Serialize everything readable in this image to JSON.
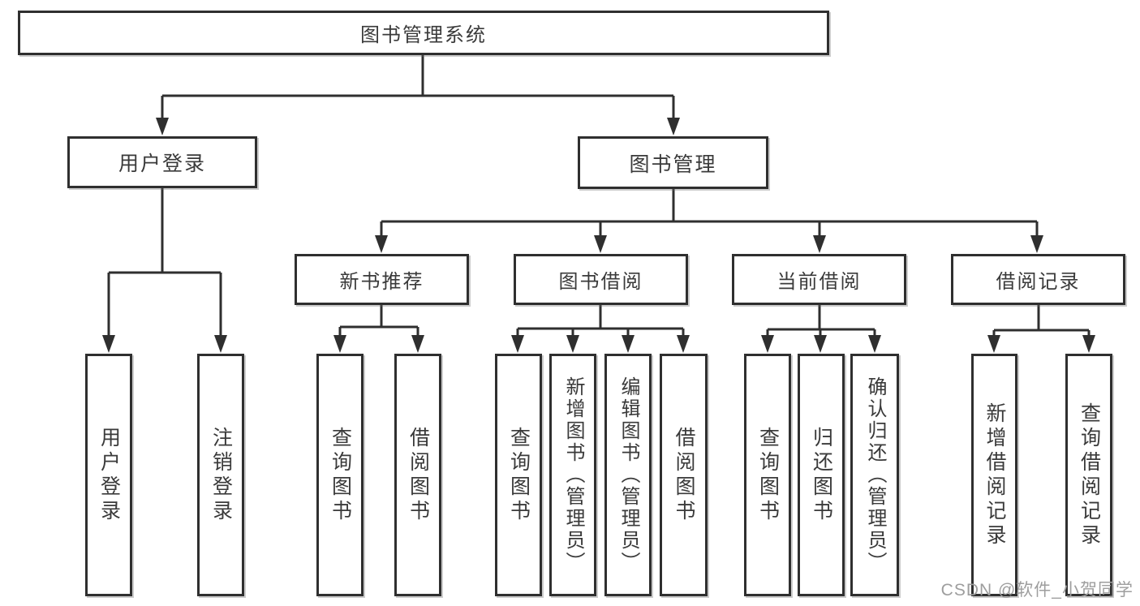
{
  "colors": {
    "background": "#ffffff",
    "line": "#2f2f2f",
    "box_border": "#2f2f2f",
    "text": "#3a3a3a",
    "watermark": "#9e9e9e"
  },
  "watermark": {
    "text": "CSDN @软件_小贺同学"
  },
  "nodes": {
    "root": {
      "label": "图书管理系统"
    },
    "level2": {
      "user_login": {
        "label": "用户登录"
      },
      "book_mgmt": {
        "label": "图书管理"
      }
    },
    "level3": {
      "new_book_rec": {
        "label": "新书推荐"
      },
      "book_borrow": {
        "label": "图书借阅"
      },
      "current_borrow": {
        "label": "当前借阅"
      },
      "borrow_records": {
        "label": "借阅记录"
      }
    },
    "leaves": {
      "user_login": {
        "label": "用户登录"
      },
      "logout": {
        "label": "注销登录"
      },
      "rec_query_book": {
        "label": "查询图书"
      },
      "rec_borrow_book": {
        "label": "借阅图书"
      },
      "borrow_query_book": {
        "label": "查询图书"
      },
      "borrow_add_book": {
        "label": "新增图书（管理员）"
      },
      "borrow_edit_book": {
        "label": "编辑图书（管理员）"
      },
      "borrow_borrow_book": {
        "label": "借阅图书"
      },
      "current_query_book": {
        "label": "查询图书"
      },
      "current_return_book": {
        "label": "归还图书"
      },
      "current_confirm_return": {
        "label": "确认归还（管理员）"
      },
      "records_add_record": {
        "label": "新增借阅记录"
      },
      "records_query_record": {
        "label": "查询借阅记录"
      }
    }
  }
}
